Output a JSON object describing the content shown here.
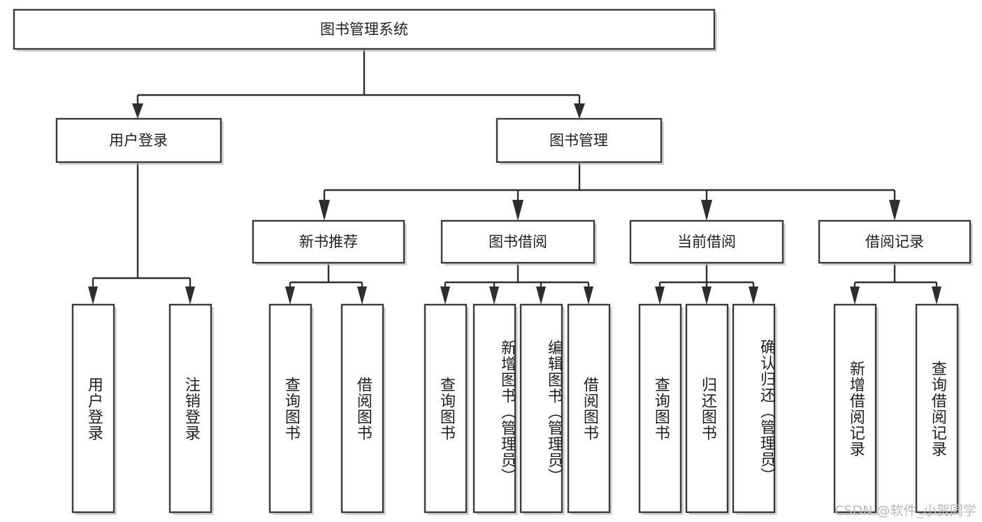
{
  "diagram": {
    "title": "图书管理系统",
    "type": "tree",
    "watermark": "CSDN @软件_小贺同学",
    "levels": {
      "root": {
        "label": "图书管理系统"
      },
      "level2": [
        {
          "id": "user-login",
          "label": "用户登录"
        },
        {
          "id": "book-manage",
          "label": "图书管理"
        }
      ],
      "level3": [
        {
          "id": "new-book-recommend",
          "label": "新书推荐",
          "parent": "book-manage"
        },
        {
          "id": "book-borrow",
          "label": "图书借阅",
          "parent": "book-manage"
        },
        {
          "id": "current-borrow",
          "label": "当前借阅",
          "parent": "book-manage"
        },
        {
          "id": "borrow-record",
          "label": "借阅记录",
          "parent": "book-manage"
        }
      ],
      "leaves": [
        {
          "id": "leaf-user-login",
          "label": "用户登录",
          "parent": "user-login"
        },
        {
          "id": "leaf-logout-login",
          "label": "注销登录",
          "parent": "user-login"
        },
        {
          "id": "leaf-query-book-1",
          "label": "查询图书",
          "parent": "new-book-recommend"
        },
        {
          "id": "leaf-borrow-book-1",
          "label": "借阅图书",
          "parent": "new-book-recommend"
        },
        {
          "id": "leaf-query-book-2",
          "label": "查询图书",
          "parent": "book-borrow"
        },
        {
          "id": "leaf-add-book",
          "label": "新增图书（管理员）",
          "parent": "book-borrow"
        },
        {
          "id": "leaf-edit-book",
          "label": "编辑图书（管理员）",
          "parent": "book-borrow"
        },
        {
          "id": "leaf-borrow-book-2",
          "label": "借阅图书",
          "parent": "book-borrow"
        },
        {
          "id": "leaf-query-book-3",
          "label": "查询图书",
          "parent": "current-borrow"
        },
        {
          "id": "leaf-return-book",
          "label": "归还图书",
          "parent": "current-borrow"
        },
        {
          "id": "leaf-confirm-return",
          "label": "确认归还（管理员）",
          "parent": "current-borrow"
        },
        {
          "id": "leaf-add-record",
          "label": "新增借阅记录",
          "parent": "borrow-record"
        },
        {
          "id": "leaf-query-record",
          "label": "查询借阅记录",
          "parent": "borrow-record"
        }
      ]
    },
    "colors": {
      "box_fill": "#ffffff",
      "box_stroke": "#3a3a3a",
      "edge": "#2e2e2e",
      "text": "#1f1f1f",
      "watermark": "#b9b9b9"
    }
  }
}
